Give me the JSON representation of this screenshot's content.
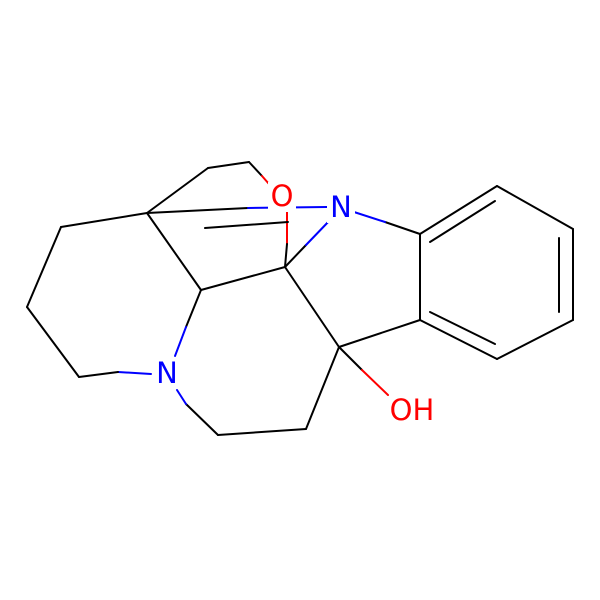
{
  "colors": {
    "carbon": "#000000",
    "nitrogen": "#0000ff",
    "oxygen": "#ff0000",
    "background": "#ffffff"
  },
  "atom_labels": [
    {
      "id": "o-ring",
      "text": "O",
      "element": "O"
    },
    {
      "id": "n-indole",
      "text": "N",
      "element": "N"
    },
    {
      "id": "n-amine",
      "text": "N",
      "element": "N"
    },
    {
      "id": "oh",
      "text": "OH",
      "element": "O"
    }
  ]
}
